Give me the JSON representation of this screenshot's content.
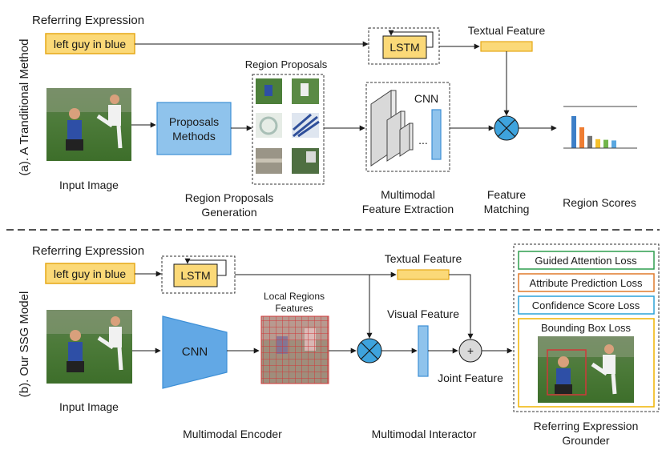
{
  "colors": {
    "yellow_fill": "#fbd978",
    "yellow_stroke": "#e6a817",
    "blue_fill": "#8fc3ec",
    "blue_stroke": "#3d8fd6",
    "cnn_fill": "#62a8e5",
    "grid_red": "#d0383a",
    "green_loss": "#2e9e4f",
    "orange_loss": "#e07a2c",
    "blue_loss": "#2ba2d8",
    "gold_loss": "#f0b400",
    "bar_colors": [
      "#3d7fc8",
      "#ef7d32",
      "#737373",
      "#f6c02b",
      "#73b54a",
      "#5aa7e0"
    ]
  },
  "top": {
    "side_label": "(a). A Tranditional Method",
    "referring_expression_label": "Referring Expression",
    "query_text": "left guy in blue",
    "lstm_label": "LSTM",
    "textual_feature_label": "Textual Feature",
    "region_proposals_label": "Region Proposals",
    "proposals_method_line1": "Proposals",
    "proposals_method_line2": "Methods",
    "cnn_label": "CNN",
    "ellipsis": "...",
    "input_image_label": "Input  Image",
    "region_generation_line1": "Region Proposals",
    "region_generation_line2": "Generation",
    "feature_extraction_line1": "Multimodal",
    "feature_extraction_line2": "Feature Extraction",
    "feature_matching_line1": "Feature",
    "feature_matching_line2": "Matching",
    "region_scores_label": "Region Scores",
    "region_score_values": [
      1.0,
      0.65,
      0.38,
      0.28,
      0.26,
      0.24
    ]
  },
  "bottom": {
    "side_label": "(b). Our SSG Model",
    "referring_expression_label": "Referring Expression",
    "query_text": "left guy in blue",
    "lstm_label": "LSTM",
    "textual_feature_label": "Textual Feature",
    "local_regions_line1": "Local Regions",
    "local_regions_line2": "Features",
    "cnn_label": "CNN",
    "visual_feature_label": "Visual Feature",
    "joint_feature_label": "Joint Feature",
    "plus_symbol": "+",
    "input_image_label": "Input Image",
    "encoder_label": "Multimodal Encoder",
    "interactor_label": "Multimodal Interactor",
    "grounder_line1": "Referring Expression",
    "grounder_line2": "Grounder",
    "losses": {
      "guided_attention": "Guided Attention Loss",
      "attribute_prediction": "Attribute Prediction Loss",
      "confidence_score": "Confidence Score Loss",
      "bounding_box": "Bounding Box Loss"
    }
  }
}
